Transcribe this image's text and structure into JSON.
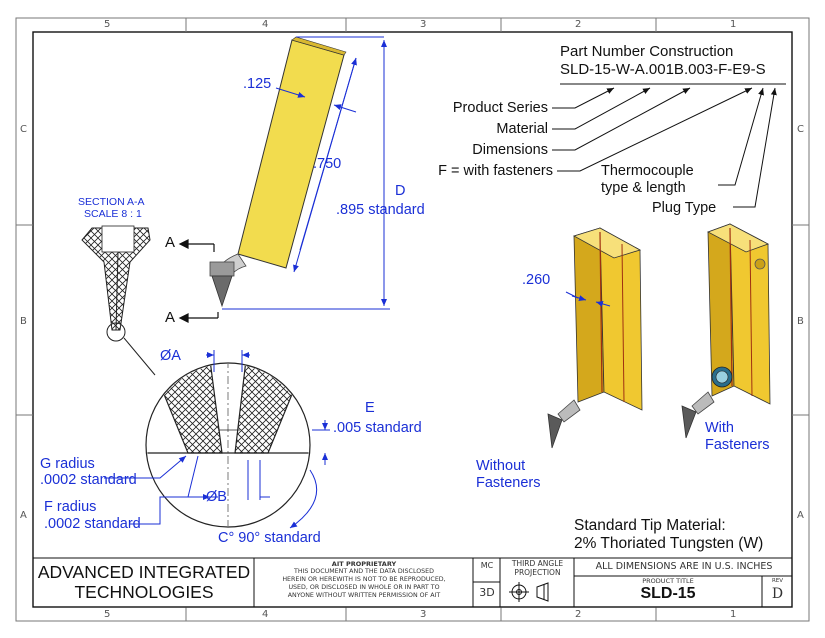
{
  "zones": {
    "top": [
      "5",
      "4",
      "3",
      "2",
      "1"
    ],
    "bottom": [
      "5",
      "4",
      "3",
      "2",
      "1"
    ],
    "left": [
      "C",
      "B",
      "A"
    ],
    "right": [
      "C",
      "B",
      "A"
    ]
  },
  "part_number": {
    "heading": "Part Number Construction",
    "code": "SLD-15-W-A.001B.003-F-E9-S",
    "callouts": [
      "Product Series",
      "Material",
      "Dimensions",
      "F = with fasteners"
    ],
    "thermocouple": [
      "Thermocouple",
      "type & length"
    ],
    "plug": "Plug Type"
  },
  "section": {
    "title": "SECTION A-A",
    "scale": "SCALE 8 : 1",
    "cut_label": "A"
  },
  "dims": {
    "d125": ".125",
    "d750": ".750",
    "D": "D",
    "d895": ".895 standard",
    "d260": ".260",
    "phiA": "ØA",
    "E": "E",
    "e005": ".005 standard",
    "g_radius": "G radius",
    "g_std": ".0002 standard",
    "f_radius": "F radius",
    "f_std": ".0002 standard",
    "phiB": "ØB",
    "angle": "C° 90° standard"
  },
  "views": {
    "without": [
      "Without",
      "Fasteners"
    ],
    "with": [
      "With",
      "Fasteners"
    ]
  },
  "notes": {
    "material_title": "Standard Tip Material:",
    "material_value": "2% Thoriated Tungsten (W)"
  },
  "title_block": {
    "company_line1": "ADVANCED INTEGRATED",
    "company_line2": "TECHNOLOGIES",
    "proprietary_title": "AIT PROPRIETARY",
    "proprietary_text": [
      "THIS DOCUMENT AND THE DATA DISCLOSED",
      "HEREIN OR HEREWITH IS NOT TO BE REPRODUCED,",
      "USED, OR DISCLOSED IN WHOLE OR IN PART TO",
      "ANYONE WITHOUT WRITTEN PERMISSION OF AIT"
    ],
    "mc": "MC",
    "scale_3d": "3D",
    "projection": [
      "THIRD ANGLE",
      "PROJECTION"
    ],
    "units": "ALL DIMENSIONS ARE IN U.S. INCHES",
    "product_title_label": "PRODUCT TITLE",
    "product_title": "SLD-15",
    "rev_label": "REV",
    "rev": "D"
  }
}
